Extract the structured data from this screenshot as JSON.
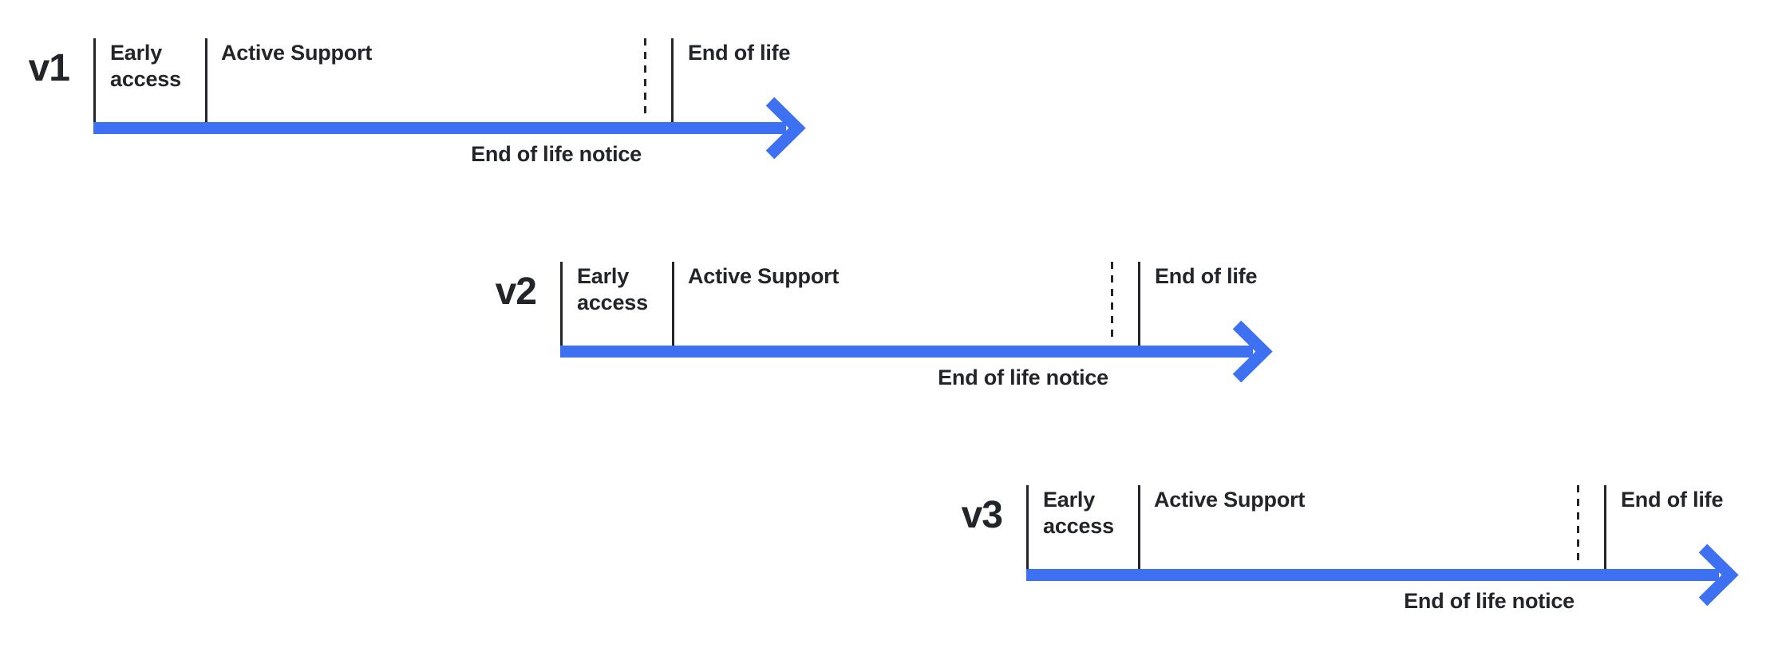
{
  "colors": {
    "arrow_blue": "#3D71F2",
    "line_ink": "#222529",
    "background": "#FFFFFF"
  },
  "timelines": [
    {
      "version": "v1",
      "phase_early_access": "Early access",
      "phase_active_support": "Active Support",
      "phase_end_of_life": "End of life",
      "notice": "End of life notice"
    },
    {
      "version": "v2",
      "phase_early_access": "Early access",
      "phase_active_support": "Active Support",
      "phase_end_of_life": "End of life",
      "notice": "End of life notice"
    },
    {
      "version": "v3",
      "phase_early_access": "Early access",
      "phase_active_support": "Active Support",
      "phase_end_of_life": "End of life",
      "notice": "End of life notice"
    }
  ]
}
